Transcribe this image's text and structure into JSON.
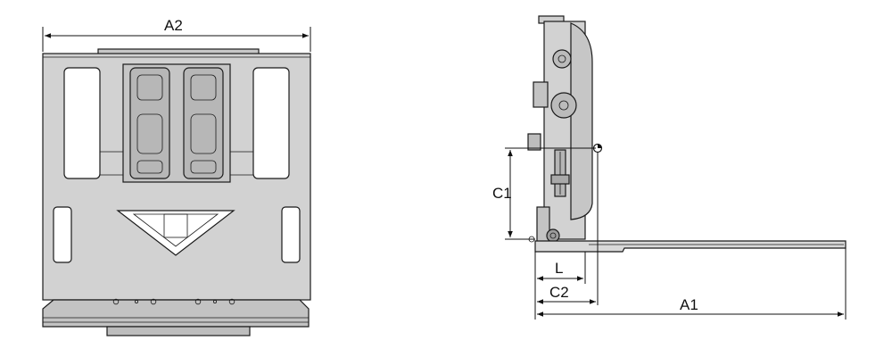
{
  "front_view": {
    "dimensions": {
      "width_label": "A2"
    }
  },
  "side_view": {
    "dimensions": {
      "height_label": "C1",
      "inner_length_label": "L",
      "offset_label": "C2",
      "fork_length_label": "A1"
    }
  },
  "colors": {
    "body_fill": "#d2d2d2",
    "body_dark": "#a9a9a9",
    "outline": "#1a1a1a",
    "background": "#ffffff"
  }
}
